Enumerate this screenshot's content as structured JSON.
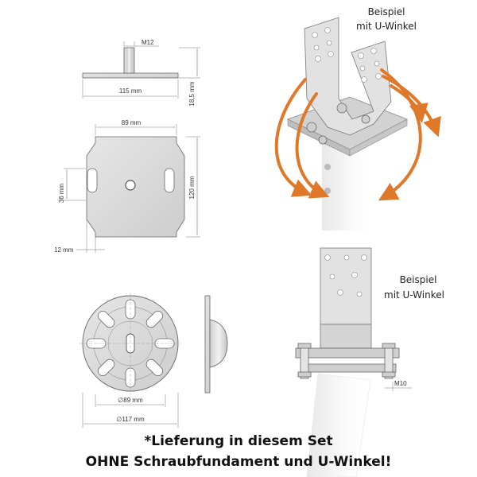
{
  "labels": {
    "m12": "M12",
    "w115": "115 mm",
    "h18_5": "18,5 mm",
    "w89": "89 mm",
    "h36": "36 mm",
    "h120": "120 mm",
    "w12": "12 mm",
    "d89": "∅89 mm",
    "d117": "∅117 mm",
    "m10": "M10"
  },
  "captions": {
    "top": [
      "Beispiel",
      "mit U-Winkel"
    ],
    "bottom": [
      "Beispiel",
      "mit U-Winkel"
    ]
  },
  "footer": {
    "line1": "*Lieferung in diesem Set",
    "line2": "OHNE Schraubfundament und U-Winkel!"
  },
  "colors": {
    "arrow": "#e0782a",
    "steel": "#d6d6d6",
    "line": "#555555"
  }
}
